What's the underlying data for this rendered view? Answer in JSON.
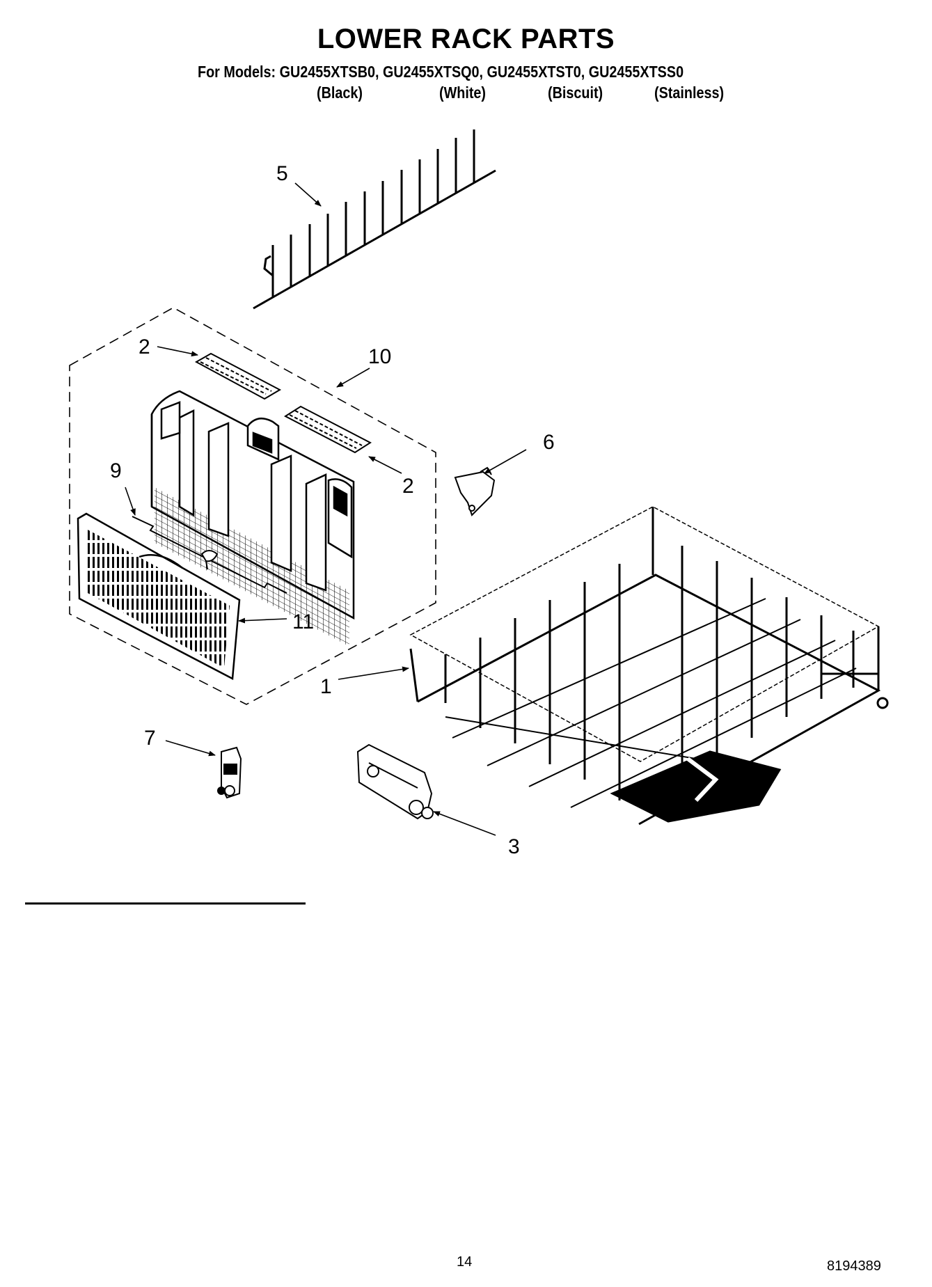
{
  "header": {
    "title": "LOWER RACK PARTS",
    "models_line": "For Models: GU2455XTSB0, GU2455XTSQ0, GU2455XTST0, GU2455XTSS0",
    "colors": [
      "(Black)",
      "(White)",
      "(Biscuit)",
      "(Stainless)"
    ]
  },
  "callouts": {
    "c1": "1",
    "c2a": "2",
    "c2b": "2",
    "c3": "3",
    "c5": "5",
    "c6": "6",
    "c7": "7",
    "c9": "9",
    "c10": "10",
    "c11": "11"
  },
  "footer": {
    "page_number": "14",
    "document_number": "8194389"
  }
}
